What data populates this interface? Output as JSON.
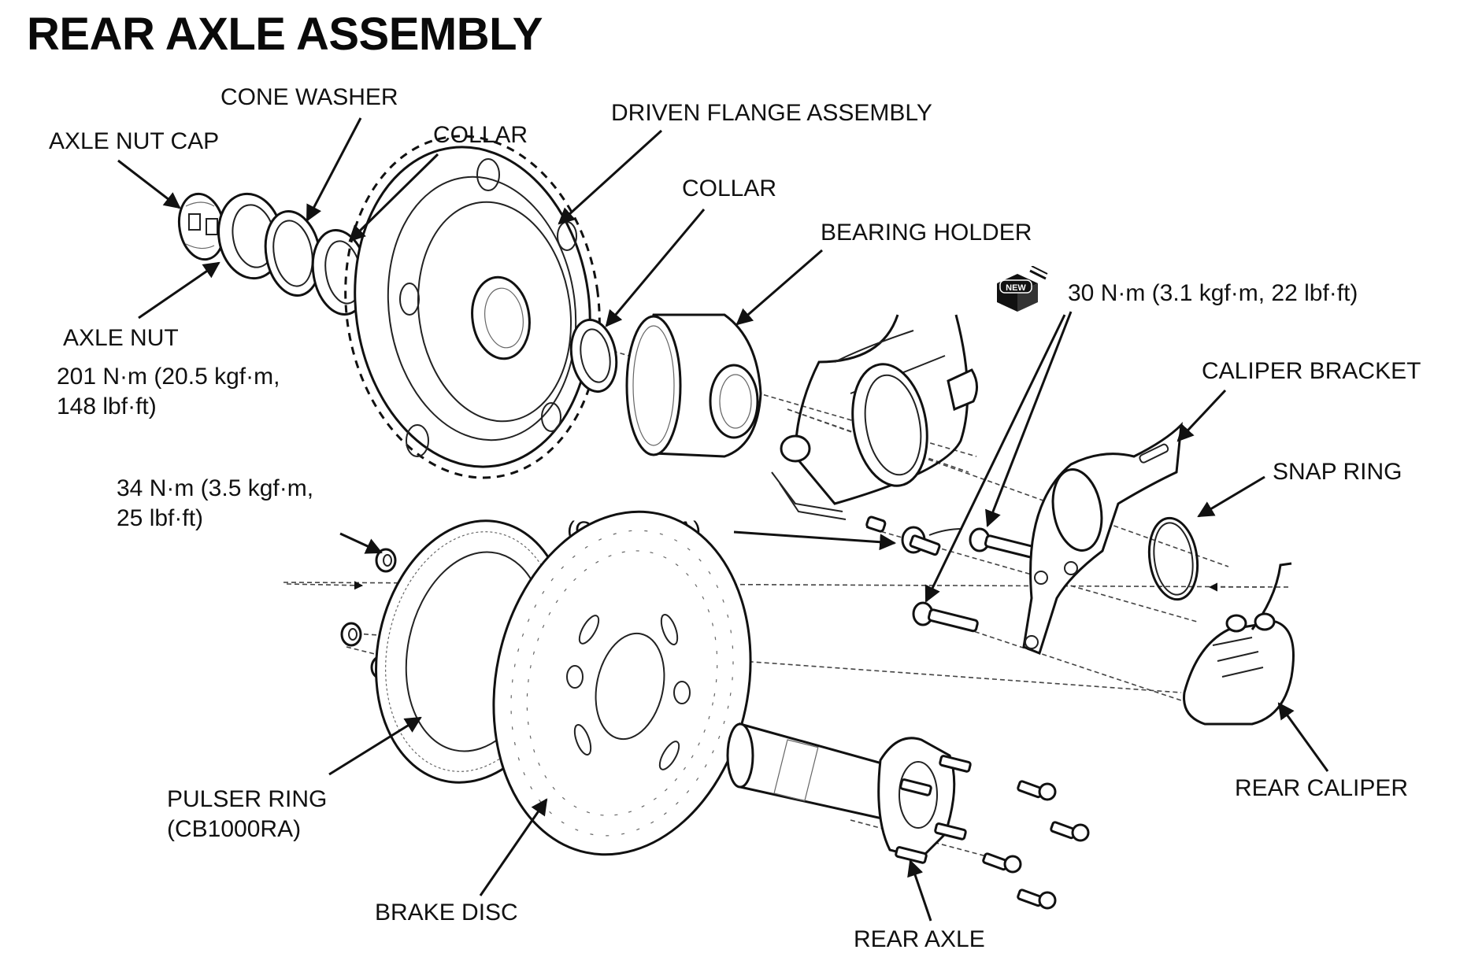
{
  "title": "REAR AXLE ASSEMBLY",
  "labels": {
    "cone_washer": "CONE WASHER",
    "axle_nut_cap": "AXLE NUT CAP",
    "collar_1": "COLLAR",
    "driven_flange_assembly": "DRIVEN FLANGE ASSEMBLY",
    "collar_2": "COLLAR",
    "bearing_holder": "BEARING HOLDER",
    "axle_nut": "AXLE NUT",
    "caliper_bracket": "CALIPER BRACKET",
    "snap_ring": "SNAP RING",
    "cb1000ra_sensor": "(CB1000RA)",
    "pulser_ring_line1": "PULSER RING",
    "pulser_ring_line2": "(CB1000RA)",
    "brake_disc": "BRAKE DISC",
    "rear_axle": "REAR AXLE",
    "rear_caliper": "REAR CALIPER"
  },
  "torques": {
    "axle_nut_line1": "201 N·m (20.5 kgf·m,",
    "axle_nut_line2": "148 lbf·ft)",
    "disc_nut_line1": "34 N·m (3.5 kgf·m,",
    "disc_nut_line2": "25 lbf·ft)",
    "caliper_bracket_bolt": "30 N·m (3.1 kgf·m, 22 lbf·ft)"
  },
  "icons": {
    "new_part": {
      "name": "new-part-icon",
      "text": "NEW"
    }
  }
}
